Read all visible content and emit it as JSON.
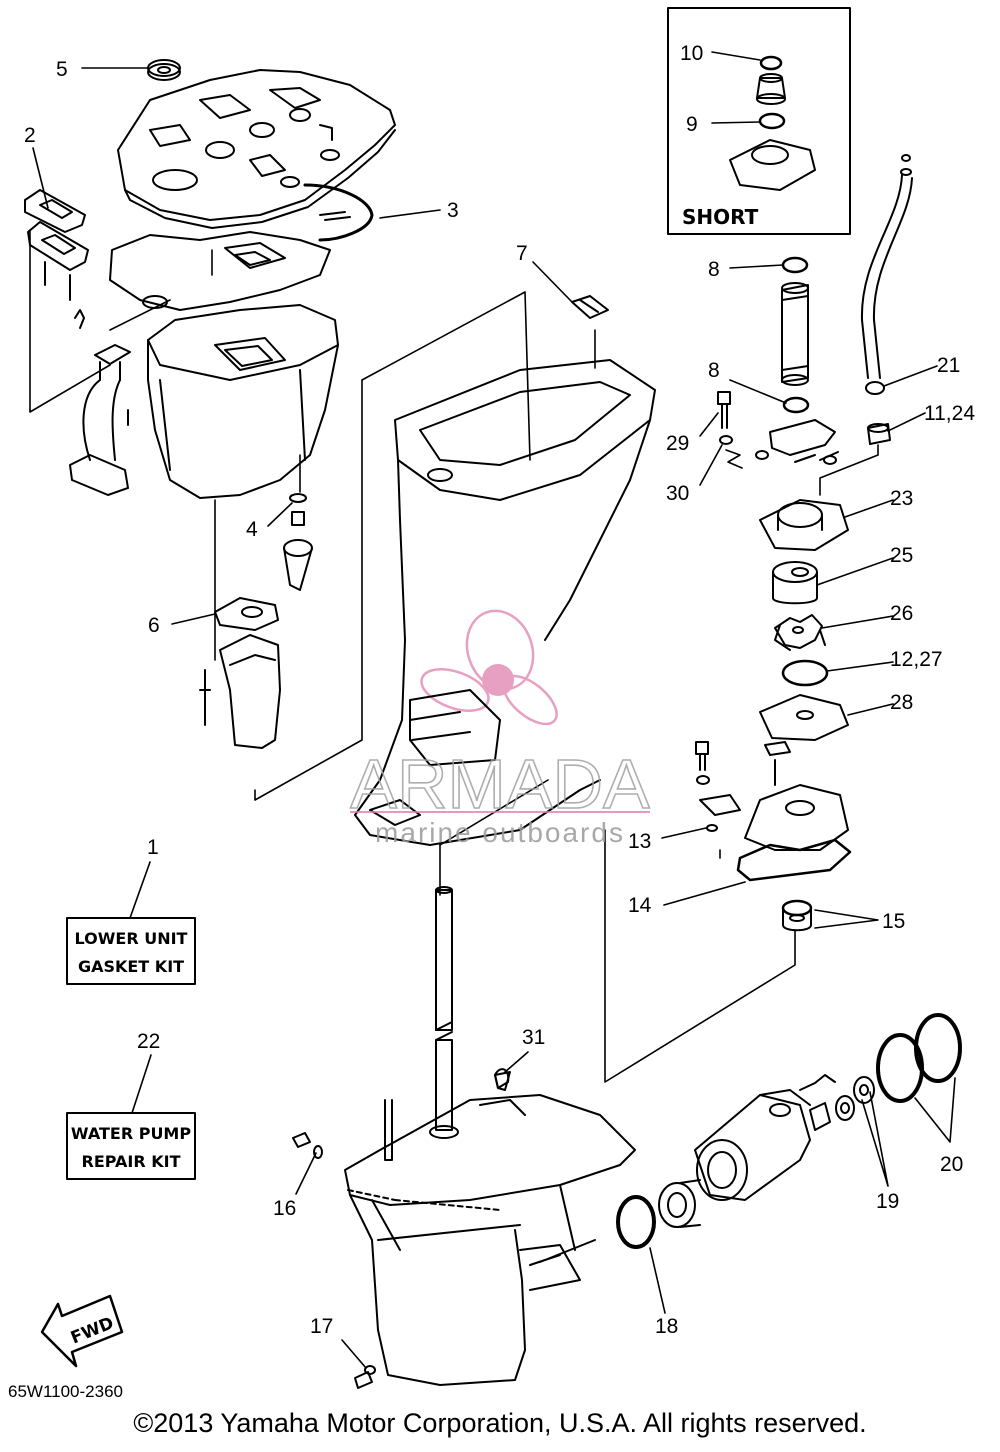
{
  "callouts": [
    {
      "id": "c5",
      "text": "5"
    },
    {
      "id": "c2",
      "text": "2"
    },
    {
      "id": "c3",
      "text": "3"
    },
    {
      "id": "c7",
      "text": "7"
    },
    {
      "id": "c4",
      "text": "4"
    },
    {
      "id": "c6",
      "text": "6"
    },
    {
      "id": "c1",
      "text": "1"
    },
    {
      "id": "c22",
      "text": "22"
    },
    {
      "id": "c31",
      "text": "31"
    },
    {
      "id": "c16",
      "text": "16"
    },
    {
      "id": "c17",
      "text": "17"
    },
    {
      "id": "c18",
      "text": "18"
    },
    {
      "id": "c19",
      "text": "19"
    },
    {
      "id": "c20",
      "text": "20"
    },
    {
      "id": "c10",
      "text": "10"
    },
    {
      "id": "c9",
      "text": "9"
    },
    {
      "id": "c8a",
      "text": "8"
    },
    {
      "id": "c8b",
      "text": "8"
    },
    {
      "id": "c21",
      "text": "21"
    },
    {
      "id": "c1124",
      "text": "11,24"
    },
    {
      "id": "c29",
      "text": "29"
    },
    {
      "id": "c30",
      "text": "30"
    },
    {
      "id": "c23",
      "text": "23"
    },
    {
      "id": "c25",
      "text": "25"
    },
    {
      "id": "c26",
      "text": "26"
    },
    {
      "id": "c1227",
      "text": "12,27"
    },
    {
      "id": "c28",
      "text": "28"
    },
    {
      "id": "c13",
      "text": "13"
    },
    {
      "id": "c14",
      "text": "14"
    },
    {
      "id": "c15",
      "text": "15"
    }
  ],
  "inset": {
    "label": "SHORT"
  },
  "kits": {
    "lower_unit": {
      "line1": "LOWER UNIT",
      "line2": "GASKET KIT"
    },
    "water_pump": {
      "line1": "WATER PUMP",
      "line2": "REPAIR KIT"
    }
  },
  "direction_badge": "FWD",
  "watermark": {
    "brand": "ARMADA",
    "tagline": "marine outboards",
    "color": "#e89cc0"
  },
  "drawing_code": "65W1100-2360",
  "copyright": "©2013 Yamaha Motor Corporation, U.S.A. All rights reserved."
}
